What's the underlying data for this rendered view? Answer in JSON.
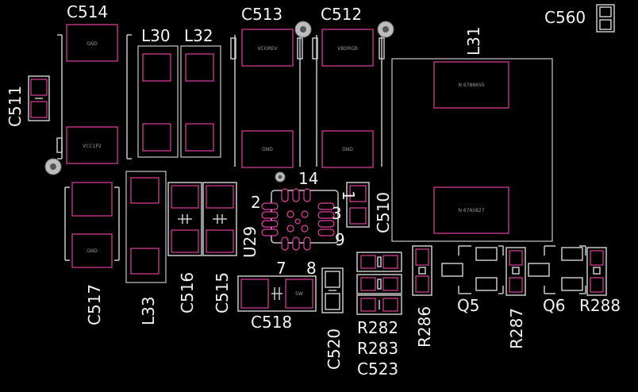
{
  "colors": {
    "background": "#000000",
    "silkscreen": "#c8c8c8",
    "pad_outline": "#e040a0",
    "text": "#f2f2f2"
  },
  "labels": {
    "c514": "C514",
    "c513": "C513",
    "c512": "C512",
    "c560": "C560",
    "c511": "C511",
    "l30": "L30",
    "l32": "L32",
    "l31": "L31",
    "c510": "C510",
    "u29": "U29",
    "pin_2": "2",
    "pin_14": "14",
    "pin_1": "1",
    "pin_3": "3",
    "pin_9": "9",
    "pin_7": "7",
    "pin_8": "8",
    "c517": "C517",
    "l33": "L33",
    "c516": "C516",
    "c515": "C515",
    "c518": "C518",
    "c520": "C520",
    "r282": "R282",
    "r283": "R283",
    "c523": "C523",
    "r286": "R286",
    "q5": "Q5",
    "r287": "R287",
    "q6": "Q6",
    "r288": "R288"
  },
  "pad_text": {
    "gnd": "GND",
    "c514_net": "VCC1P2",
    "c513_net": "VCOREV",
    "c512_net": "VBORGB",
    "l31_top": "N 6788655",
    "l31_bottom": "N 6780827",
    "c518_net": "SW"
  }
}
